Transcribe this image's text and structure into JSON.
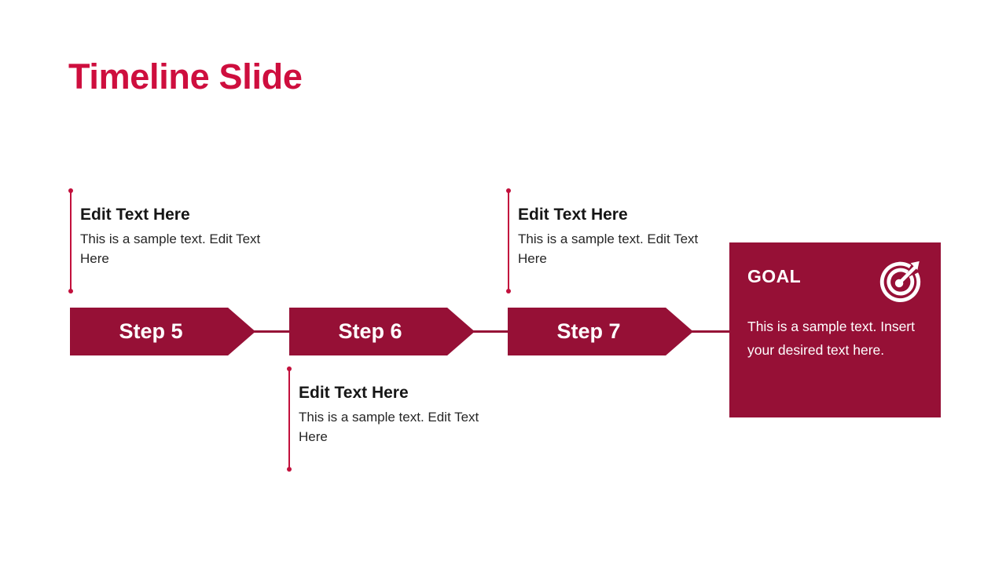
{
  "slide": {
    "title": "Timeline Slide",
    "background_color": "#ffffff",
    "accent_color": "#ce0e3e",
    "shape_color": "#961036"
  },
  "steps": [
    {
      "label": "Step 5"
    },
    {
      "label": "Step 6"
    },
    {
      "label": "Step 7"
    }
  ],
  "blocks": [
    {
      "position": "above-step-5",
      "heading": "Edit Text Here",
      "body": "This is a sample text. Edit Text Here"
    },
    {
      "position": "above-step-7",
      "heading": "Edit Text Here",
      "body": "This is a sample text. Edit Text Here"
    },
    {
      "position": "below-step-6",
      "heading": "Edit Text Here",
      "body": "This is a sample text. Edit Text Here"
    }
  ],
  "goal": {
    "title": "GOAL",
    "body": "This is a sample text. Insert your desired text here.",
    "icon": "target-icon",
    "background_color": "#961036",
    "text_color": "#ffffff"
  }
}
